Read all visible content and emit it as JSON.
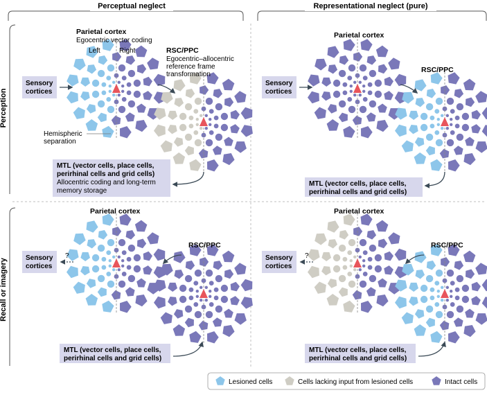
{
  "headers": {
    "left": "Perceptual neglect",
    "right": "Representational neglect (pure)"
  },
  "row_labels": {
    "top": "Perception",
    "bottom": "Recall or imagery"
  },
  "labels": {
    "parietal_cortex": "Parietal cortex",
    "egocentric_vector_coding": "Egocentric vector coding",
    "left": "Left",
    "right": "Right",
    "rsc_ppc": "RSC/PPC",
    "rsc_desc_1": "Egocentric–allocentric",
    "rsc_desc_2": "reference frame",
    "rsc_desc_3": "transformation",
    "hemispheric_1": "Hemispheric",
    "hemispheric_2": "separation",
    "sensory_1": "Sensory",
    "sensory_2": "cortices",
    "mtl_1": "MTL (vector cells, place cells,",
    "mtl_2": "perirhinal cells and grid cells)",
    "mtl_desc_1": "Allocentric coding and long-term",
    "mtl_desc_2": "memory storage",
    "question": "?"
  },
  "legend": {
    "lesioned": "Lesioned cells",
    "lacking": "Cells lacking input from lesioned cells",
    "intact": "Intact cells"
  },
  "colors": {
    "lesioned": "#8dc6ea",
    "lacking": "#cfcdc4",
    "intact": "#7a78b9",
    "center_triangle": "#e8555b",
    "label_box": "#d7d7ec",
    "arrow": "#3b4a56",
    "divider": "#bfbfbf"
  }
}
